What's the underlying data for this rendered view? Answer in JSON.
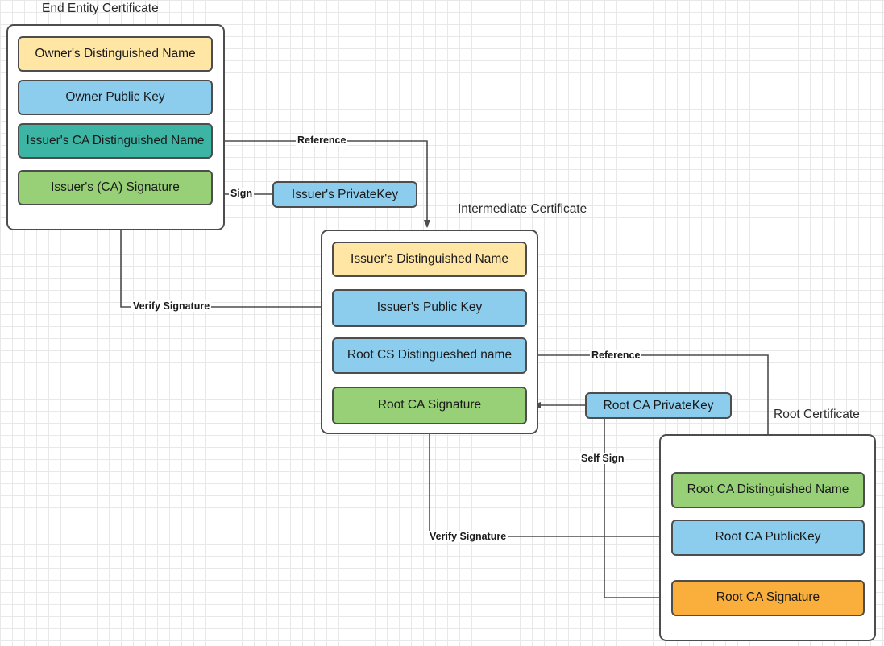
{
  "diagram": {
    "title_labels": {
      "end_entity": "End Entity Certificate",
      "intermediate": "Intermediate Certificate",
      "root": "Root Certificate"
    },
    "colors": {
      "yellow": "#FFE6A5",
      "blue": "#8CCDEE",
      "teal": "#3CB5A4",
      "green": "#97D077",
      "orange": "#FAAF3C",
      "stroke": "#4D4D4D",
      "grid_minor": "#e8e8e8",
      "grid_major": "#d0d0d0"
    },
    "end_entity_certificate": {
      "fields": [
        {
          "label": "Owner's Distinguished Name",
          "color": "#FFE6A5"
        },
        {
          "label": "Owner Public  Key",
          "color": "#8CCDEE"
        },
        {
          "label": "Issuer's CA Distinguished Name",
          "color": "#3CB5A4"
        },
        {
          "label": "Issuer's (CA) Signature",
          "color": "#97D077"
        }
      ]
    },
    "intermediate_certificate": {
      "fields": [
        {
          "label": "Issuer's Distinguished Name",
          "color": "#FFE6A5"
        },
        {
          "label": "Issuer's Public  Key",
          "color": "#8CCDEE"
        },
        {
          "label": "Root CS Distingueshed name",
          "color": "#8CCDEE"
        },
        {
          "label": "Root CA Signature",
          "color": "#97D077"
        }
      ]
    },
    "root_certificate": {
      "fields": [
        {
          "label": "Root CA Distinguished Name",
          "color": "#97D077"
        },
        {
          "label": "Root CA PublicKey",
          "color": "#8CCDEE"
        },
        {
          "label": "Root CA Signature",
          "color": "#FAAF3C"
        }
      ]
    },
    "keys": [
      {
        "label": "Issuer's PrivateKey",
        "color": "#8CCDEE"
      },
      {
        "label": "Root CA PrivateKey",
        "color": "#8CCDEE"
      }
    ],
    "edge_labels": {
      "reference_top": "Reference",
      "sign": "Sign",
      "verify_signature_top": "Verify Signature",
      "reference_bottom": "Reference",
      "verify_signature_bottom": "Verify Signature",
      "self_sign": "Self Sign"
    }
  }
}
